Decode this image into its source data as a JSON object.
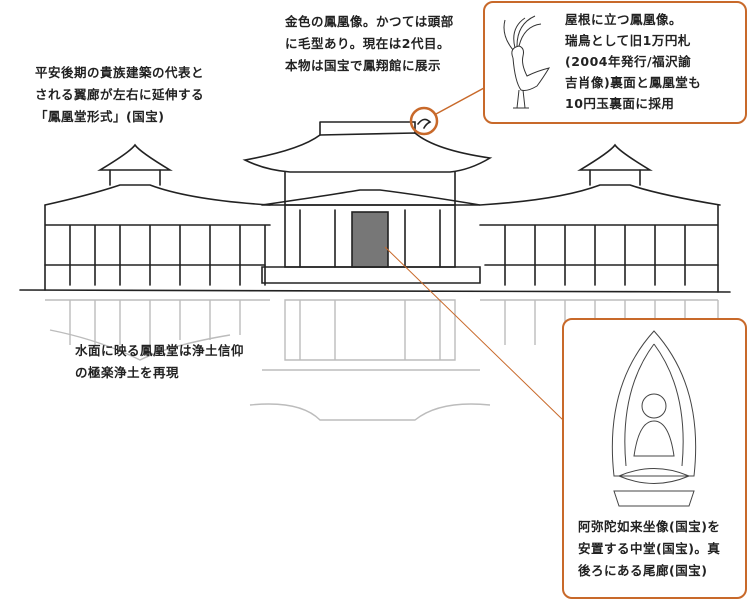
{
  "notes": {
    "phoenix_statue": [
      "金色の鳳凰像。かつては頭部",
      "に毛型あり。現在は2代目。",
      "本物は国宝で鳳翔館に展示"
    ],
    "wings": [
      "平安後期の貴族建築の代表と",
      "される翼廊が左右に延伸する",
      "「鳳凰堂形式」(国宝)"
    ],
    "reflection": [
      "水面に映る鳳凰堂は浄土信仰",
      "の極楽浄土を再現"
    ]
  },
  "callouts": {
    "phoenix": [
      "屋根に立つ鳳凰像。",
      "瑞鳥として旧1万円札",
      "(2004年発行/福沢諭",
      "吉肖像)裏面と鳳凰堂も",
      "10円玉裏面に採用"
    ],
    "amida": [
      "阿弥陀如来坐像(国宝)を",
      "安置する中堂(国宝)。真",
      "後ろにある尾廊(国宝)"
    ]
  },
  "colors": {
    "accent": "#c8692a",
    "ink": "#222222",
    "reflection": "#b5b5b5"
  }
}
